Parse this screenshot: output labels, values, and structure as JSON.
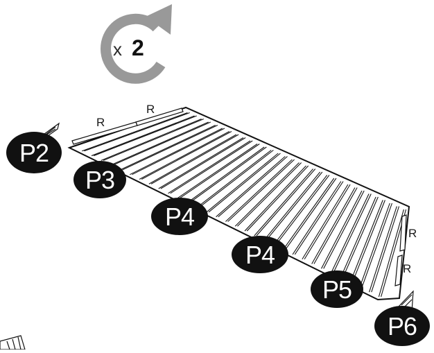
{
  "repeat": {
    "prefix": "x",
    "count": "2",
    "icon": "rotate-arrow-icon",
    "color": "#999999"
  },
  "edge_labels": {
    "top_left": "R",
    "top_right": "R",
    "side_upper": "R",
    "side_lower": "R"
  },
  "panels": [
    "P2",
    "P3",
    "P4",
    "P4",
    "P5",
    "P6"
  ],
  "colors": {
    "badge": "#111111",
    "badge_text": "#ffffff",
    "line": "#111111",
    "arrow": "#999999"
  }
}
